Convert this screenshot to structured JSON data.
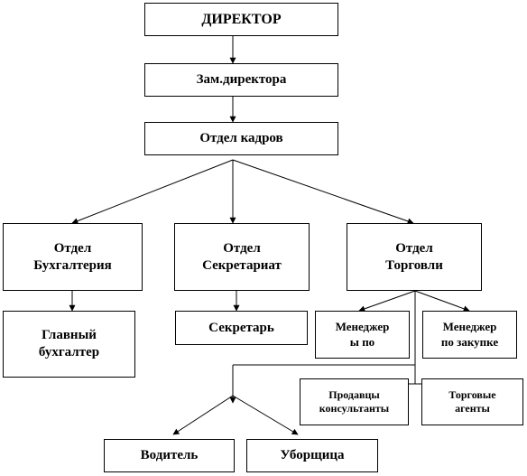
{
  "nodes": {
    "director": "ДИРЕКТОР",
    "deputy": "Зам.директора",
    "hr": "Отдел кадров",
    "accounting_dept": "Отдел\nБухгалтерия",
    "secretariat_dept": "Отдел\nСекретариат",
    "trade_dept": "Отдел\nТорговли",
    "chief_accountant": "Главный\nбухгалтер",
    "secretary": "Секретарь",
    "sales_manager": "Менеджер\nы по",
    "purchase_manager": "Менеджер\nпо закупке",
    "sales_consultants": "Продавцы\nконсультанты",
    "trade_agents": "Торговые\nагенты",
    "driver": "Водитель",
    "cleaner": "Уборщица"
  }
}
